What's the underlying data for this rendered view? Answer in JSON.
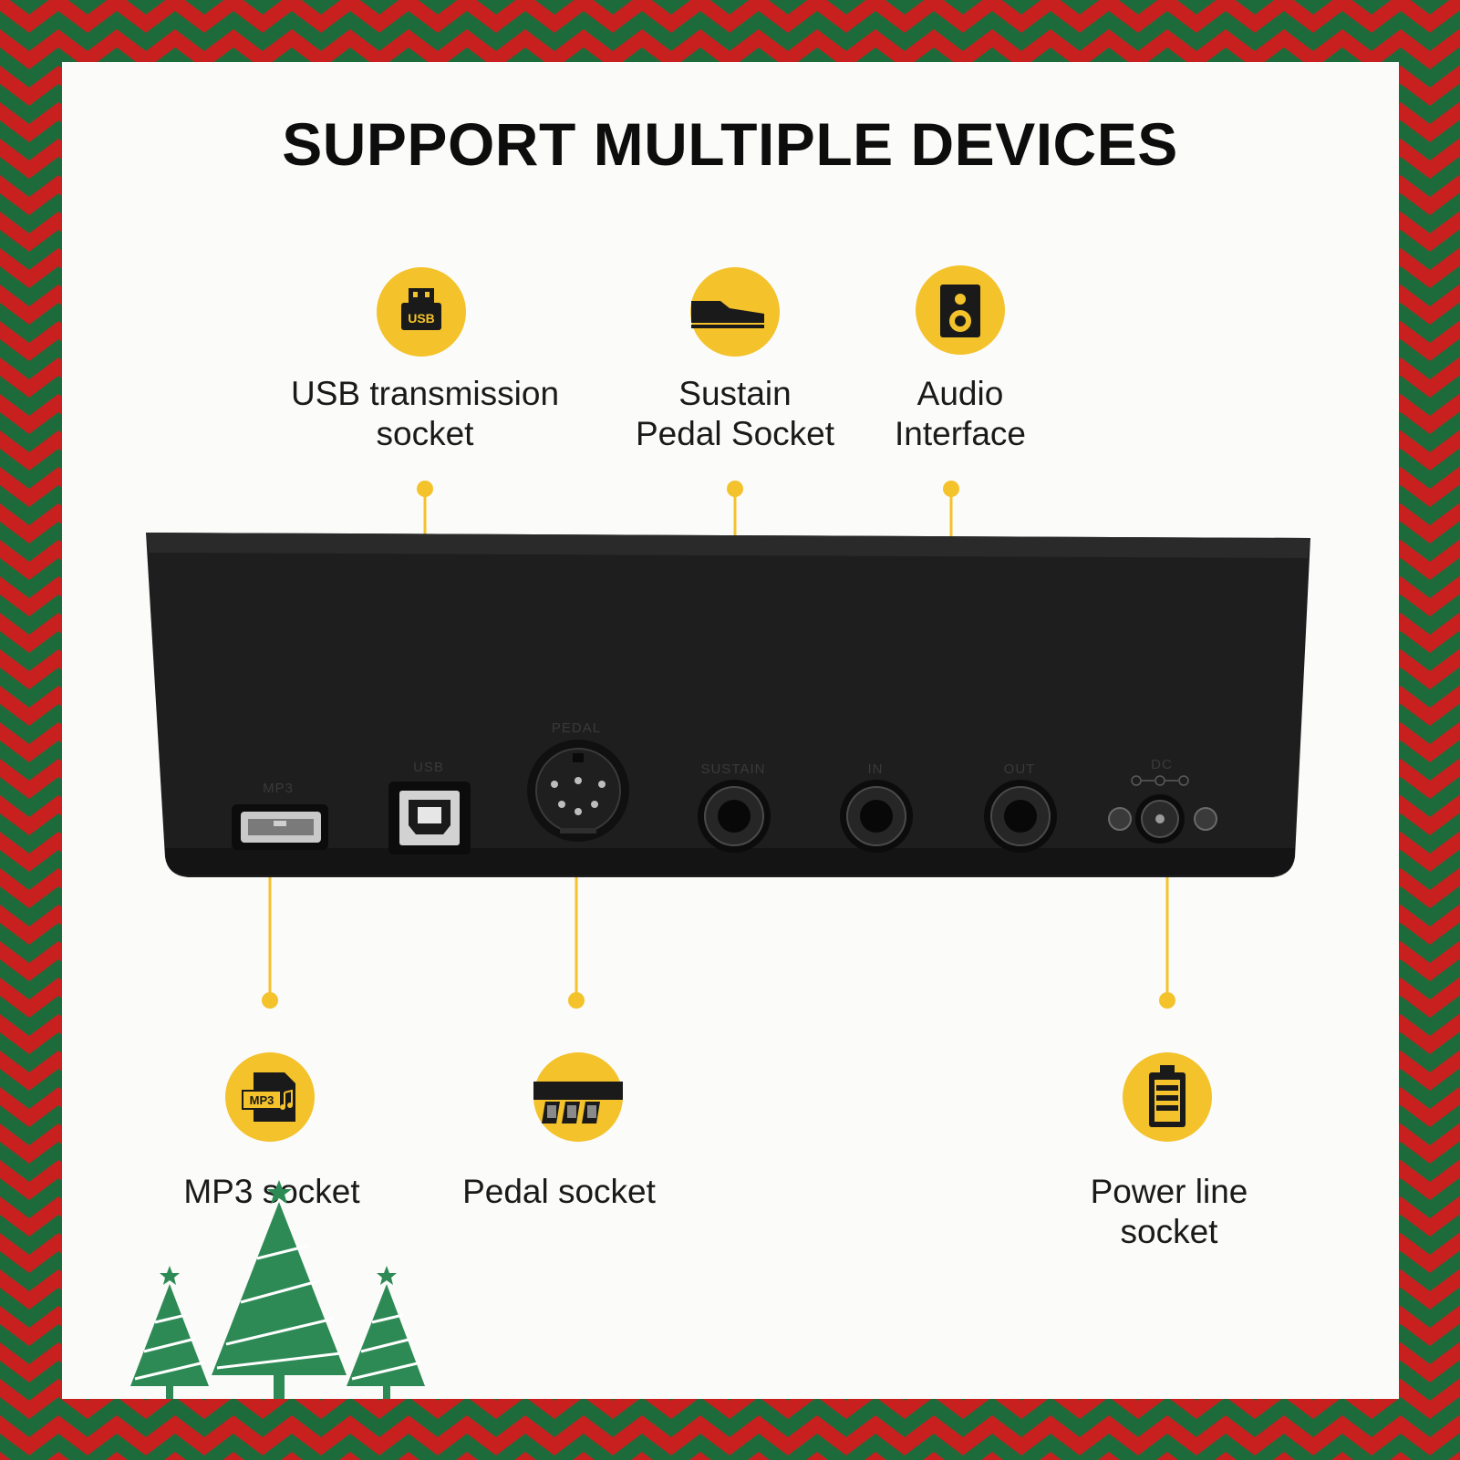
{
  "title": "SUPPORT MULTIPLE DEVICES",
  "colors": {
    "accent": "#f4c22b",
    "border_red": "#c8201f",
    "border_green": "#1d6b3a",
    "panel": "#fbfbfa",
    "device": "#1e1e1e",
    "tree": "#2e8a55"
  },
  "features": {
    "usb": {
      "icon": "usb-drive-icon",
      "line1": "USB transmission",
      "line2": "socket"
    },
    "sustain": {
      "icon": "sustain-pedal-icon",
      "line1": "Sustain",
      "line2": "Pedal Socket"
    },
    "audio": {
      "icon": "speaker-icon",
      "line1": "Audio",
      "line2": "Interface"
    },
    "mp3": {
      "icon": "mp3-file-icon",
      "line1": "MP3 socket"
    },
    "pedal": {
      "icon": "triple-pedal-icon",
      "line1": "Pedal socket"
    },
    "power": {
      "icon": "battery-icon",
      "line1": "Power line",
      "line2": "socket"
    }
  },
  "port_labels": {
    "mp3": "MP3",
    "usb": "USB",
    "pedal": "PEDAL",
    "sustain": "SUSTAIN",
    "in": "IN",
    "out": "OUT",
    "dc": "DC"
  },
  "icon_texts": {
    "usb": "USB",
    "mp3": "MP3"
  }
}
